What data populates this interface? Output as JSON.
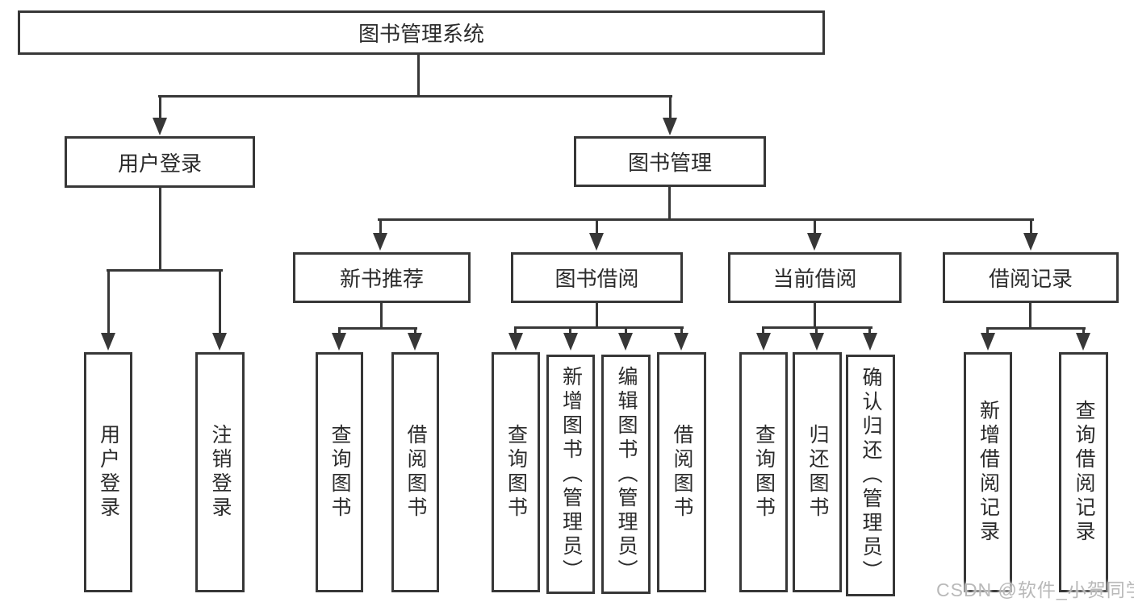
{
  "diagram": {
    "root": {
      "label": "图书管理系统"
    },
    "branches": [
      {
        "label": "用户登录",
        "children": [
          {
            "label": "用户登录"
          },
          {
            "label": "注销登录"
          }
        ]
      },
      {
        "label": "图书管理",
        "children": [
          {
            "label": "新书推荐",
            "children": [
              {
                "label": "查询图书"
              },
              {
                "label": "借阅图书"
              }
            ]
          },
          {
            "label": "图书借阅",
            "children": [
              {
                "label": "查询图书"
              },
              {
                "label": "新增图书（管理员）"
              },
              {
                "label": "编辑图书（管理员）"
              },
              {
                "label": "借阅图书"
              }
            ]
          },
          {
            "label": "当前借阅",
            "children": [
              {
                "label": "查询图书"
              },
              {
                "label": "归还图书"
              },
              {
                "label": "确认归还（管理员）"
              }
            ]
          },
          {
            "label": "借阅记录",
            "children": [
              {
                "label": "新增借阅记录"
              },
              {
                "label": "查询借阅记录"
              }
            ]
          }
        ]
      }
    ]
  },
  "watermark": {
    "text": "CSDN @软件_小贺同学",
    "color": "#b9b9b9"
  },
  "colors": {
    "line": "#373737",
    "text": "#2b2b2b",
    "background": "#ffffff"
  }
}
